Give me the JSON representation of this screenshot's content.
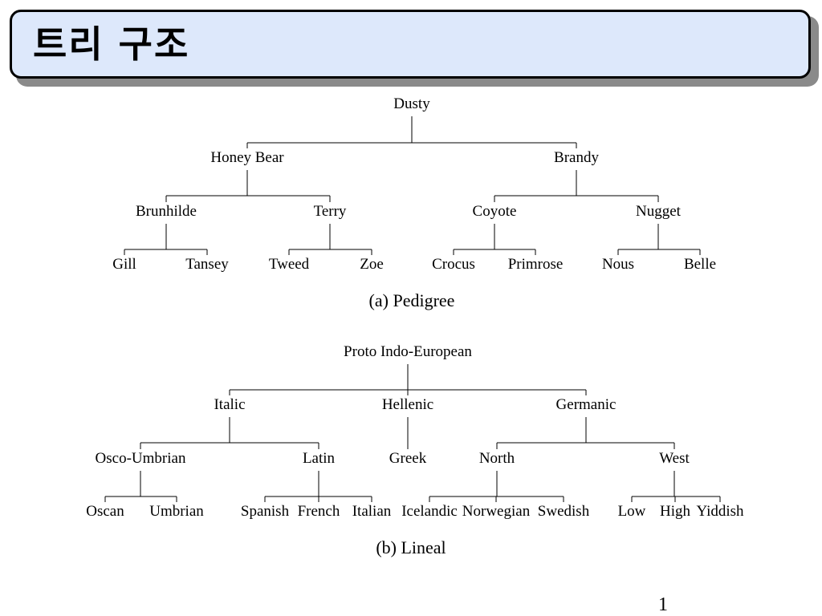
{
  "slide": {
    "title": "트리 구조",
    "page_number": "1"
  },
  "pedigree": {
    "caption": "(a) Pedigree",
    "root": "Dusty",
    "level1": [
      "Honey Bear",
      "Brandy"
    ],
    "level2": [
      "Brunhilde",
      "Terry",
      "Coyote",
      "Nugget"
    ],
    "level3": [
      "Gill",
      "Tansey",
      "Tweed",
      "Zoe",
      "Crocus",
      "Primrose",
      "Nous",
      "Belle"
    ]
  },
  "lineal": {
    "caption": "(b) Lineal",
    "root": "Proto Indo-European",
    "level1": [
      "Italic",
      "Hellenic",
      "Germanic"
    ],
    "level2": [
      "Osco-Umbrian",
      "Latin",
      "Greek",
      "North",
      "West"
    ],
    "level3": [
      "Oscan",
      "Umbrian",
      "Spanish",
      "French",
      "Italian",
      "Icelandic",
      "Norwegian",
      "Swedish",
      "Low",
      "High",
      "Yiddish"
    ]
  }
}
